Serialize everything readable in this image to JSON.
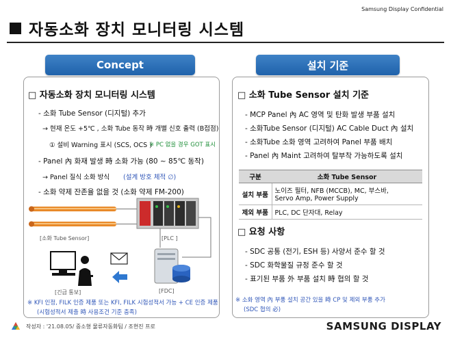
{
  "header": {
    "confidential": "Samsung Display Confidential",
    "title": "자동소화 장치 모니터링 시스템"
  },
  "concept": {
    "header": "Concept",
    "heading": "□ 자동소화 장치 모니터링 시스템",
    "lines": [
      "- 소화 Tube Sensor (디지털) 추가",
      "→ 현재 온도 +5℃ , 소화 Tube 동작 時 개별 신호 출력 (B접점)",
      "① 설비 Warning 표시 (SCS, OCS )",
      "※ PC 없을 경우 GOT 표시",
      "- Panel 內 화재 발생 時 소화 가능 (80 ~ 85℃ 동작)",
      "→ Panel 질식 소화 방식",
      "(설계 방호 체적 ∅)",
      "- 소화 약제 잔존율 없을 것 (소화 약제 FM-200)"
    ],
    "diagram_labels": {
      "tube_sensor": "[소화 Tube Sensor]",
      "plc": "[PLC ]",
      "fdc": "[FDC]",
      "emergency": "[긴급 통보]"
    },
    "notes": [
      "※  KFI 인정, FILK 인증 제품 또는 KFI, FILK 시험성적서 가능 + CE 인증 제품",
      "(시험성적서 제출 時 사용조건 기준 충족)"
    ]
  },
  "criteria": {
    "header": "설치 기준",
    "heading1": "□ 소화 Tube Sensor 설치 기준",
    "lines1": [
      "- MCP Panel 內 AC 영역 및 탄화 발생  부품 설치",
      "- 소화Tube Sensor (디지털) AC Cable Duct 內 설치",
      "- 소화Tube 소화 영역 고려하여 Panel 부품 배치",
      "- Panel 內 Maint 고려하여 탈부착 가능하도록 설치"
    ],
    "table": {
      "headers": [
        "구분",
        "소화 Tube Sensor"
      ],
      "rows": [
        {
          "label": "설치 부품",
          "value1": "노이즈 필터, NFB (MCCB), MC, 부스바,",
          "value2": "Servo Amp, Power Supply"
        },
        {
          "label": "제외 부품",
          "value1": "PLC, DC 단자대, Relay"
        }
      ]
    },
    "heading2": "□ 요청 사항",
    "lines2": [
      "- SDC 공통 (전기, ESH 등) 사양서 준수 할 것",
      "- SDC 화학물질 규정 준수 할 것",
      "- 표기된 부품 外 부품 설치 時 협의 할 것"
    ],
    "notes": [
      "※ 소화 영역 內 부품 설치 공간 있을 時 CP 및 제외 부품 추가",
      "(SDC 협의 必)"
    ]
  },
  "footer": {
    "author": "작성자 : '21.08.05/  중소형 물류자동화팀 / 조현진 프로",
    "brand": "SAMSUNG DISPLAY"
  },
  "colors": {
    "accent_blue": "#2f6fb8",
    "note_blue": "#2f56b8",
    "note_green": "#1f8f3a",
    "tube_orange": "#e98a2a"
  }
}
